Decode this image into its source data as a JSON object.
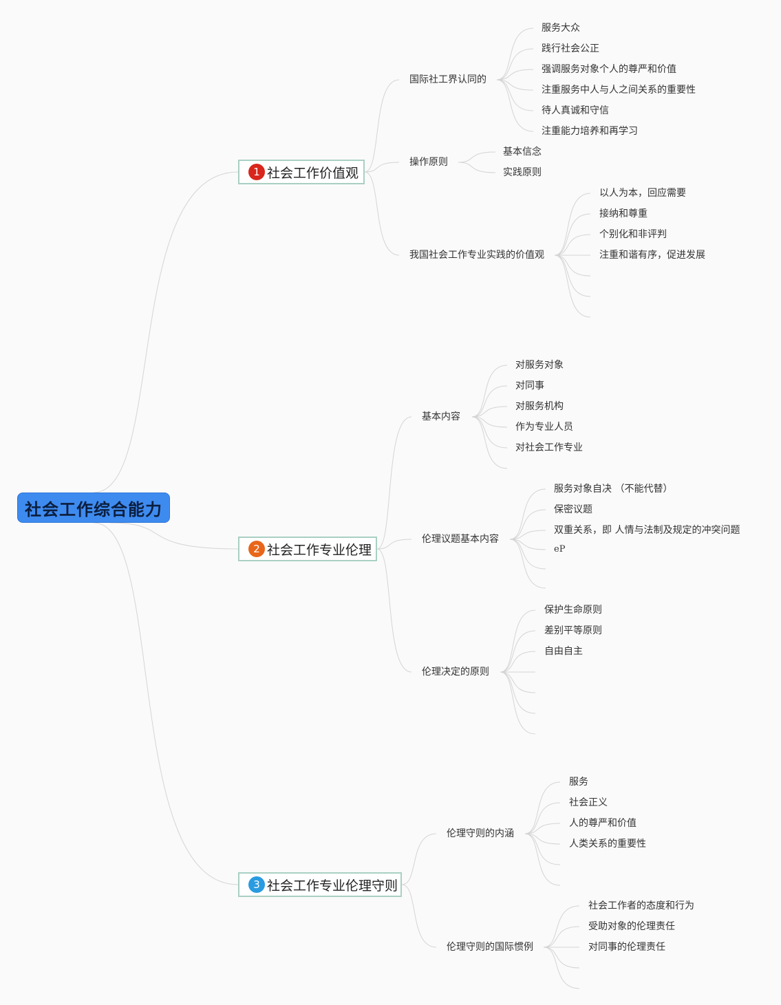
{
  "colors": {
    "root_fill": "#3e8bf0",
    "branch_border": "#a9cfc3",
    "badge_1": "#d9261c",
    "badge_2": "#e8661a",
    "badge_3": "#2a9be0",
    "link": "#d4d4d4"
  },
  "root": {
    "label": "社会工作综合能力"
  },
  "branches": [
    {
      "num": "1",
      "label": "社会工作价值观",
      "children": [
        {
          "label": "国际社工界认同的",
          "children": [
            "服务大众",
            "践行社会公正",
            "强调服务对象个人的尊严和价值",
            "注重服务中人与人之间关系的重要性",
            "待人真诚和守信",
            "注重能力培养和再学习"
          ]
        },
        {
          "label": "操作原则",
          "children": [
            "基本信念",
            "实践原则"
          ]
        },
        {
          "label": "我国社会工作专业实践的价值观",
          "children": [
            "以人为本，回应需要",
            "接纳和尊重",
            "个别化和非评判",
            "注重和谐有序，促进发展",
            "",
            "",
            ""
          ]
        }
      ]
    },
    {
      "num": "2",
      "label": "社会工作专业伦理",
      "children": [
        {
          "label": "基本内容",
          "children": [
            "对服务对象",
            "对同事",
            "对服务机构",
            "作为专业人员",
            "对社会工作专业"
          ]
        },
        {
          "label": "伦理议题基本内容",
          "children": [
            "服务对象自决 （不能代替）",
            "保密议题",
            "双重关系，即 人情与法制及规定的冲突问题",
            "eP",
            "",
            ""
          ]
        },
        {
          "label": "伦理决定的原则",
          "children": [
            "保护生命原则",
            "差别平等原则",
            "自由自主",
            "",
            "",
            "",
            ""
          ]
        }
      ]
    },
    {
      "num": "3",
      "label": "社会工作专业伦理守则",
      "children": [
        {
          "label": "伦理守则的内涵",
          "children": [
            "服务",
            "社会正义",
            "人的尊严和价值",
            "人类关系的重要性",
            "",
            ""
          ]
        },
        {
          "label": "伦理守则的国际惯例",
          "children": [
            "社会工作者的态度和行为",
            "受助对象的伦理责任",
            "对同事的伦理责任",
            "",
            ""
          ]
        }
      ]
    }
  ]
}
